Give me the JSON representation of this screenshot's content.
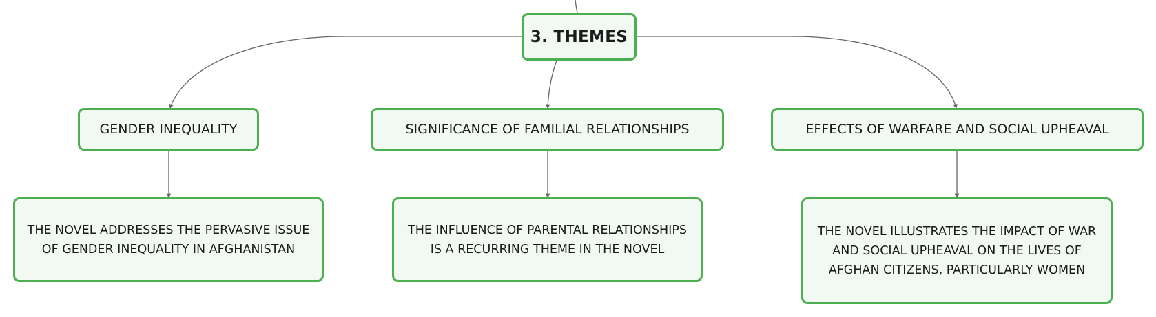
{
  "diagram": {
    "root": {
      "label": "3. THEMES"
    },
    "themes": [
      {
        "label": "GENDER INEQUALITY",
        "detail": "THE NOVEL ADDRESSES THE PERVASIVE ISSUE OF GENDER INEQUALITY IN AFGHANISTAN"
      },
      {
        "label": "SIGNIFICANCE OF FAMILIAL RELATIONSHIPS",
        "detail": "THE INFLUENCE OF PARENTAL RELATIONSHIPS IS A RECURRING THEME IN THE NOVEL"
      },
      {
        "label": "EFFECTS OF WARFARE AND SOCIAL UPHEAVAL",
        "detail": "THE NOVEL ILLUSTRATES THE IMPACT OF WAR AND SOCIAL UPHEAVAL ON THE LIVES OF AFGHAN CITIZENS, PARTICULARLY WOMEN"
      }
    ],
    "colors": {
      "node_border": "#4caf50",
      "node_fill": "#f2f9f3",
      "connector": "#666666",
      "text": "#1b1b1b"
    }
  }
}
